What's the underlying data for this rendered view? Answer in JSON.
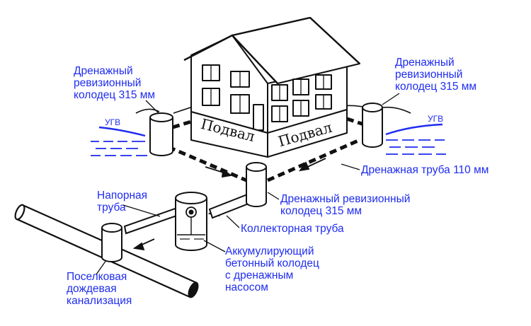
{
  "diagram": {
    "labels": {
      "well_top_left": [
        "Дренажный",
        "ревизионный",
        "колодец 315 мм"
      ],
      "well_top_right": [
        "Дренажный",
        "ревизионный",
        "колодец 315 мм"
      ],
      "ugv_left": "УГВ",
      "ugv_right": "УГВ",
      "drain_pipe": "Дренажная труба 110 мм",
      "well_center": [
        "Дренажный ревизионный",
        "колодец 315 мм"
      ],
      "pressure_pipe": [
        "Напорная",
        "труба"
      ],
      "collector_pipe": "Коллекторная труба",
      "accumulating_well": [
        "Аккумулирующий",
        "бетонный колодец",
        "с дренажным",
        "насосом"
      ],
      "village_sewer": [
        "Поселковая",
        "дождевая",
        "канализация"
      ],
      "basement_left": "Подвал",
      "basement_right": "Подвал"
    },
    "colors": {
      "label_text": "#1f2cf0",
      "water": "#1f2cf0",
      "drawing": "#111111"
    }
  }
}
